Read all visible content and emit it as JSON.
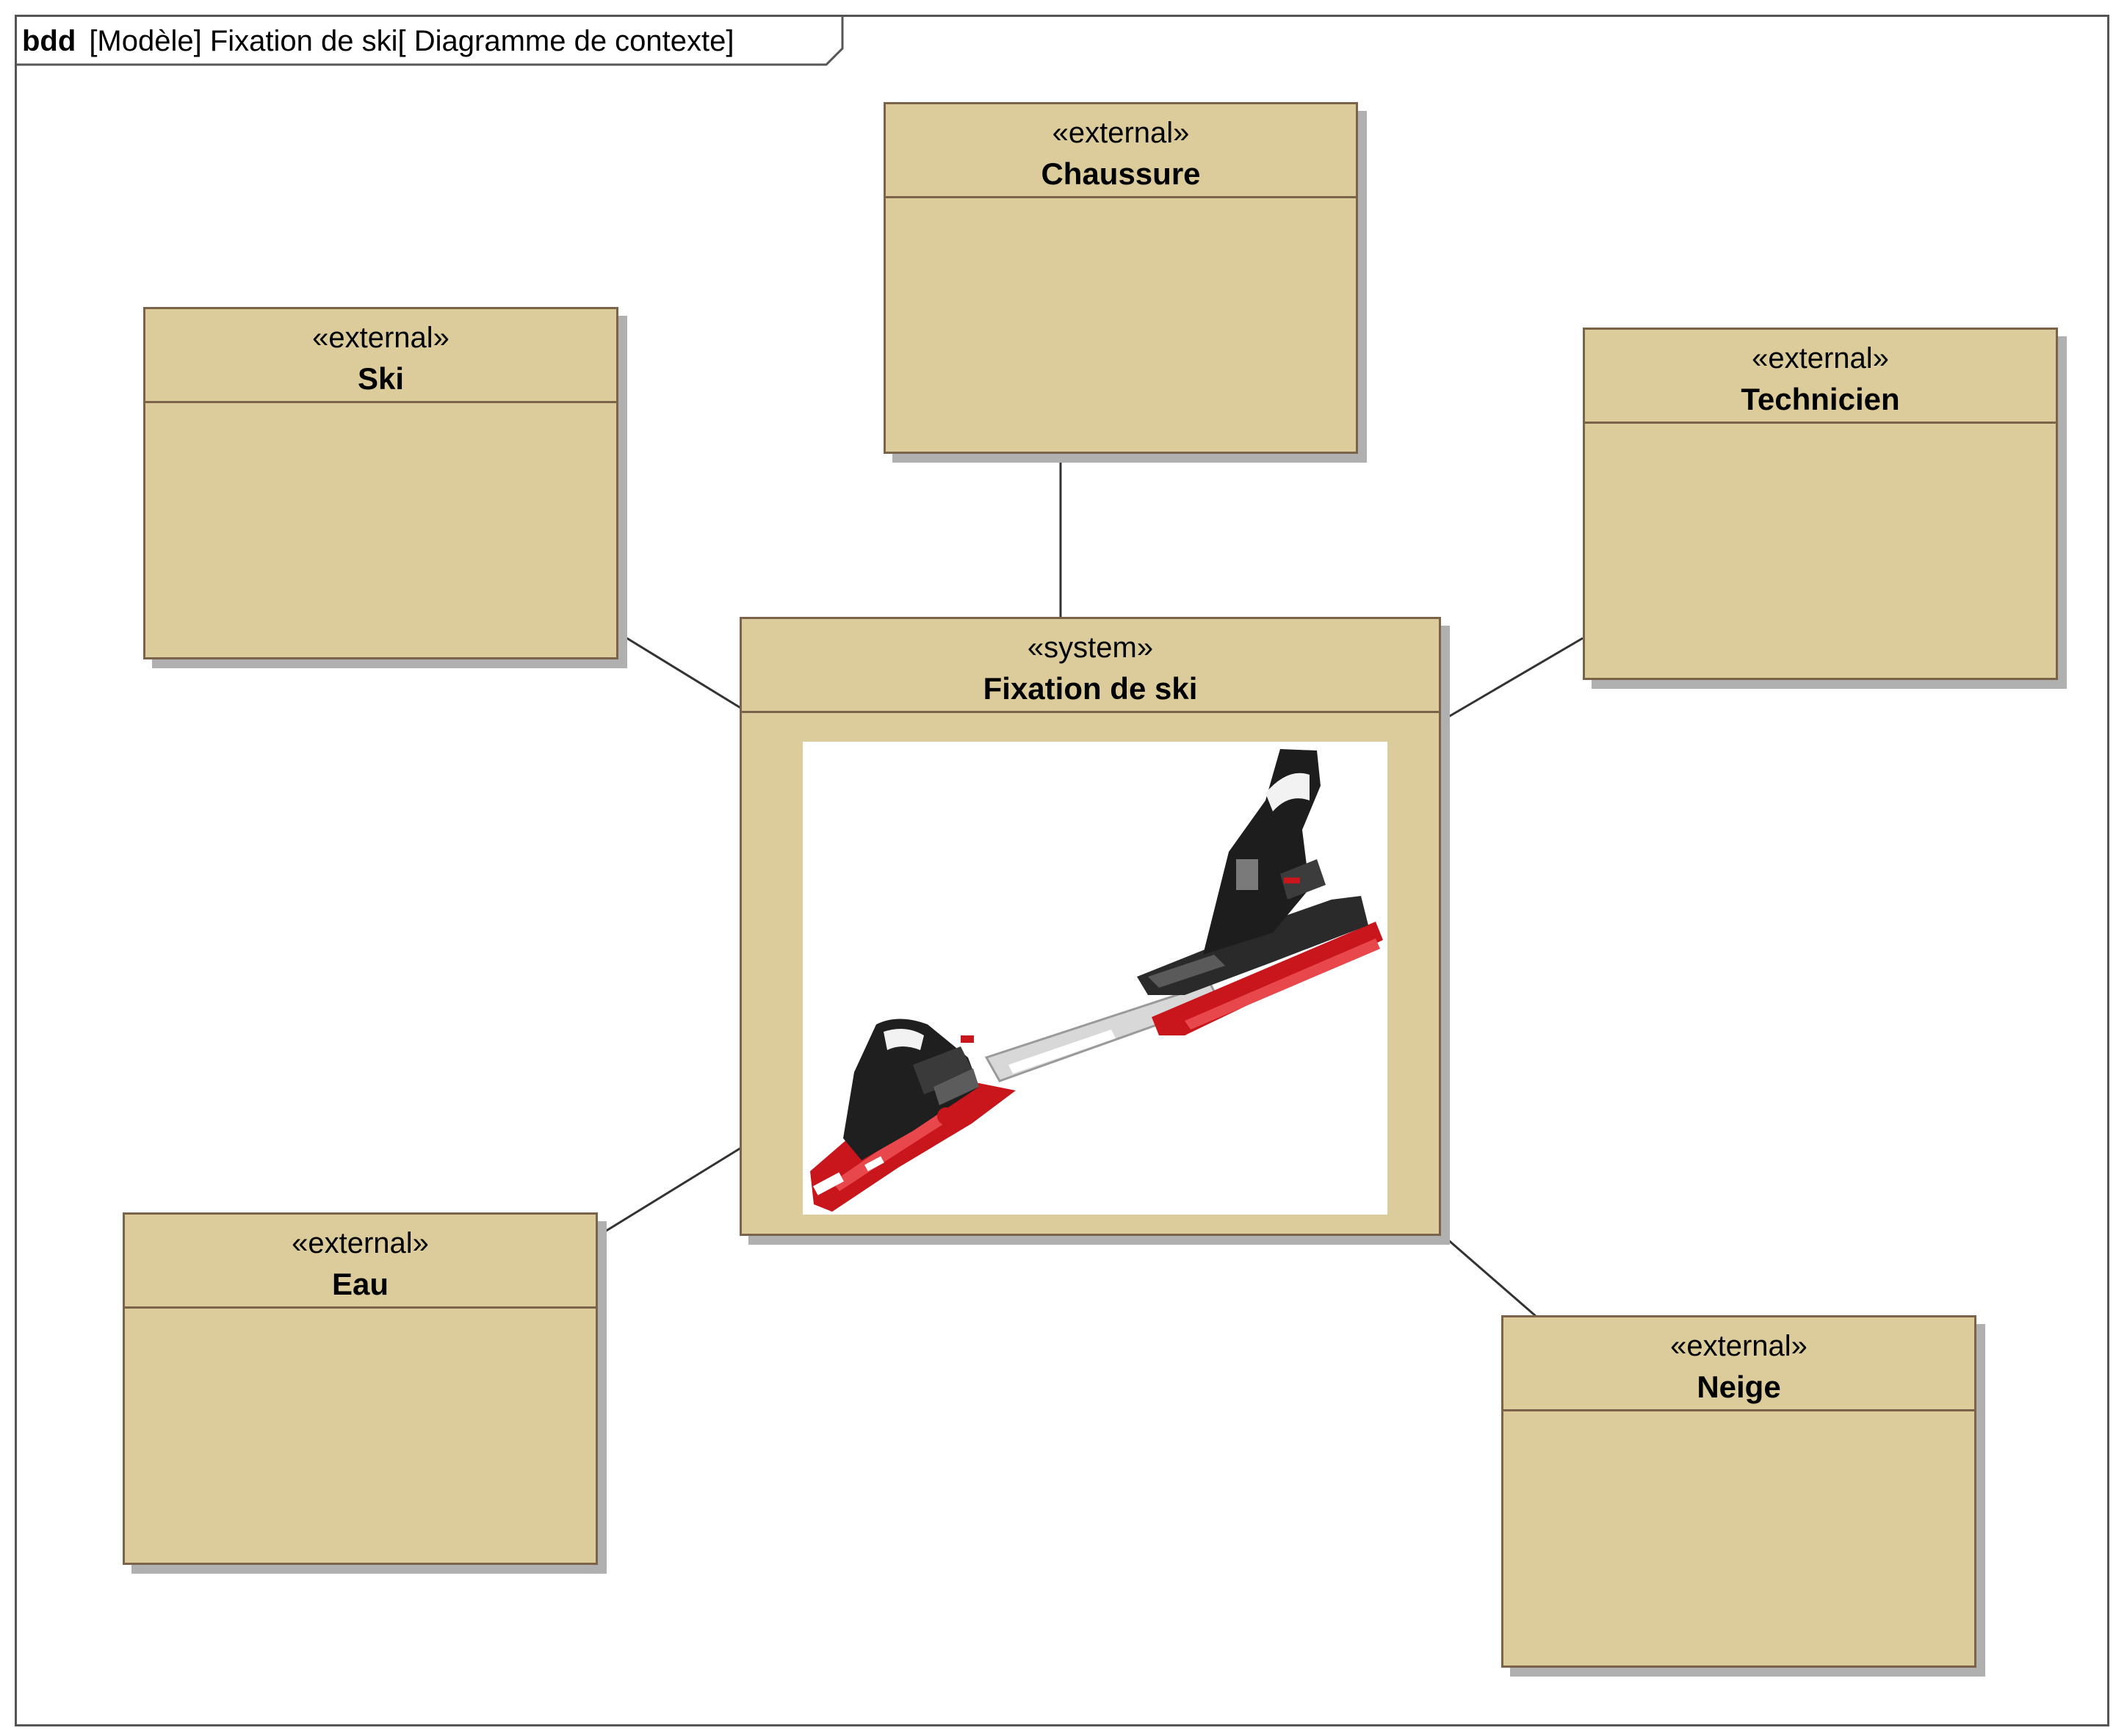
{
  "frame": {
    "kind": "bdd",
    "label": "[Modèle] Fixation de ski[ Diagramme de contexte]"
  },
  "blocks": {
    "chaussure": {
      "stereotype": "«external»",
      "name": "Chaussure"
    },
    "ski": {
      "stereotype": "«external»",
      "name": "Ski"
    },
    "technicien": {
      "stereotype": "«external»",
      "name": "Technicien"
    },
    "system": {
      "stereotype": "«system»",
      "name": "Fixation de ski"
    },
    "eau": {
      "stereotype": "«external»",
      "name": "Eau"
    },
    "neige": {
      "stereotype": "«external»",
      "name": "Neige"
    }
  },
  "connections": [
    {
      "from": "Chaussure",
      "to": "Fixation de ski"
    },
    {
      "from": "Ski",
      "to": "Fixation de ski"
    },
    {
      "from": "Technicien",
      "to": "Fixation de ski"
    },
    {
      "from": "Eau",
      "to": "Fixation de ski"
    },
    {
      "from": "Neige",
      "to": "Fixation de ski"
    }
  ],
  "colors": {
    "block_fill": "#dccc9b",
    "block_border": "#7a6348",
    "shadow": "#b0b0b0",
    "line": "#333333"
  },
  "image": {
    "subject": "ski-binding-photo"
  }
}
